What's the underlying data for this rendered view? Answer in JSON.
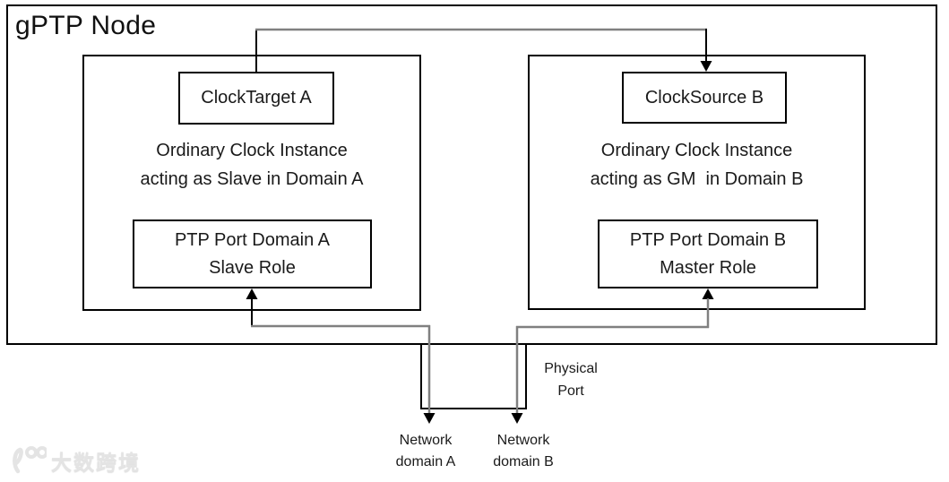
{
  "diagram": {
    "title": "gPTP Node",
    "instances": [
      {
        "clock_label": "ClockTarget A",
        "description": "Ordinary Clock Instance\nacting as Slave in Domain A",
        "port_label": "PTP Port Domain A\nSlave Role"
      },
      {
        "clock_label": "ClockSource B",
        "description": "Ordinary Clock Instance\nacting as GM  in Domain B",
        "port_label": "PTP Port Domain B\nMaster Role"
      }
    ],
    "physical_port_label": "Physical\nPort",
    "network_labels": [
      "Network\ndomain A",
      "Network\ndomain B"
    ],
    "watermark": "大数跨境",
    "colors": {
      "border": "#000000",
      "connector_gray": "#808080",
      "text": "#1a1a1a",
      "watermark_gray": "#e4e4e4"
    }
  }
}
